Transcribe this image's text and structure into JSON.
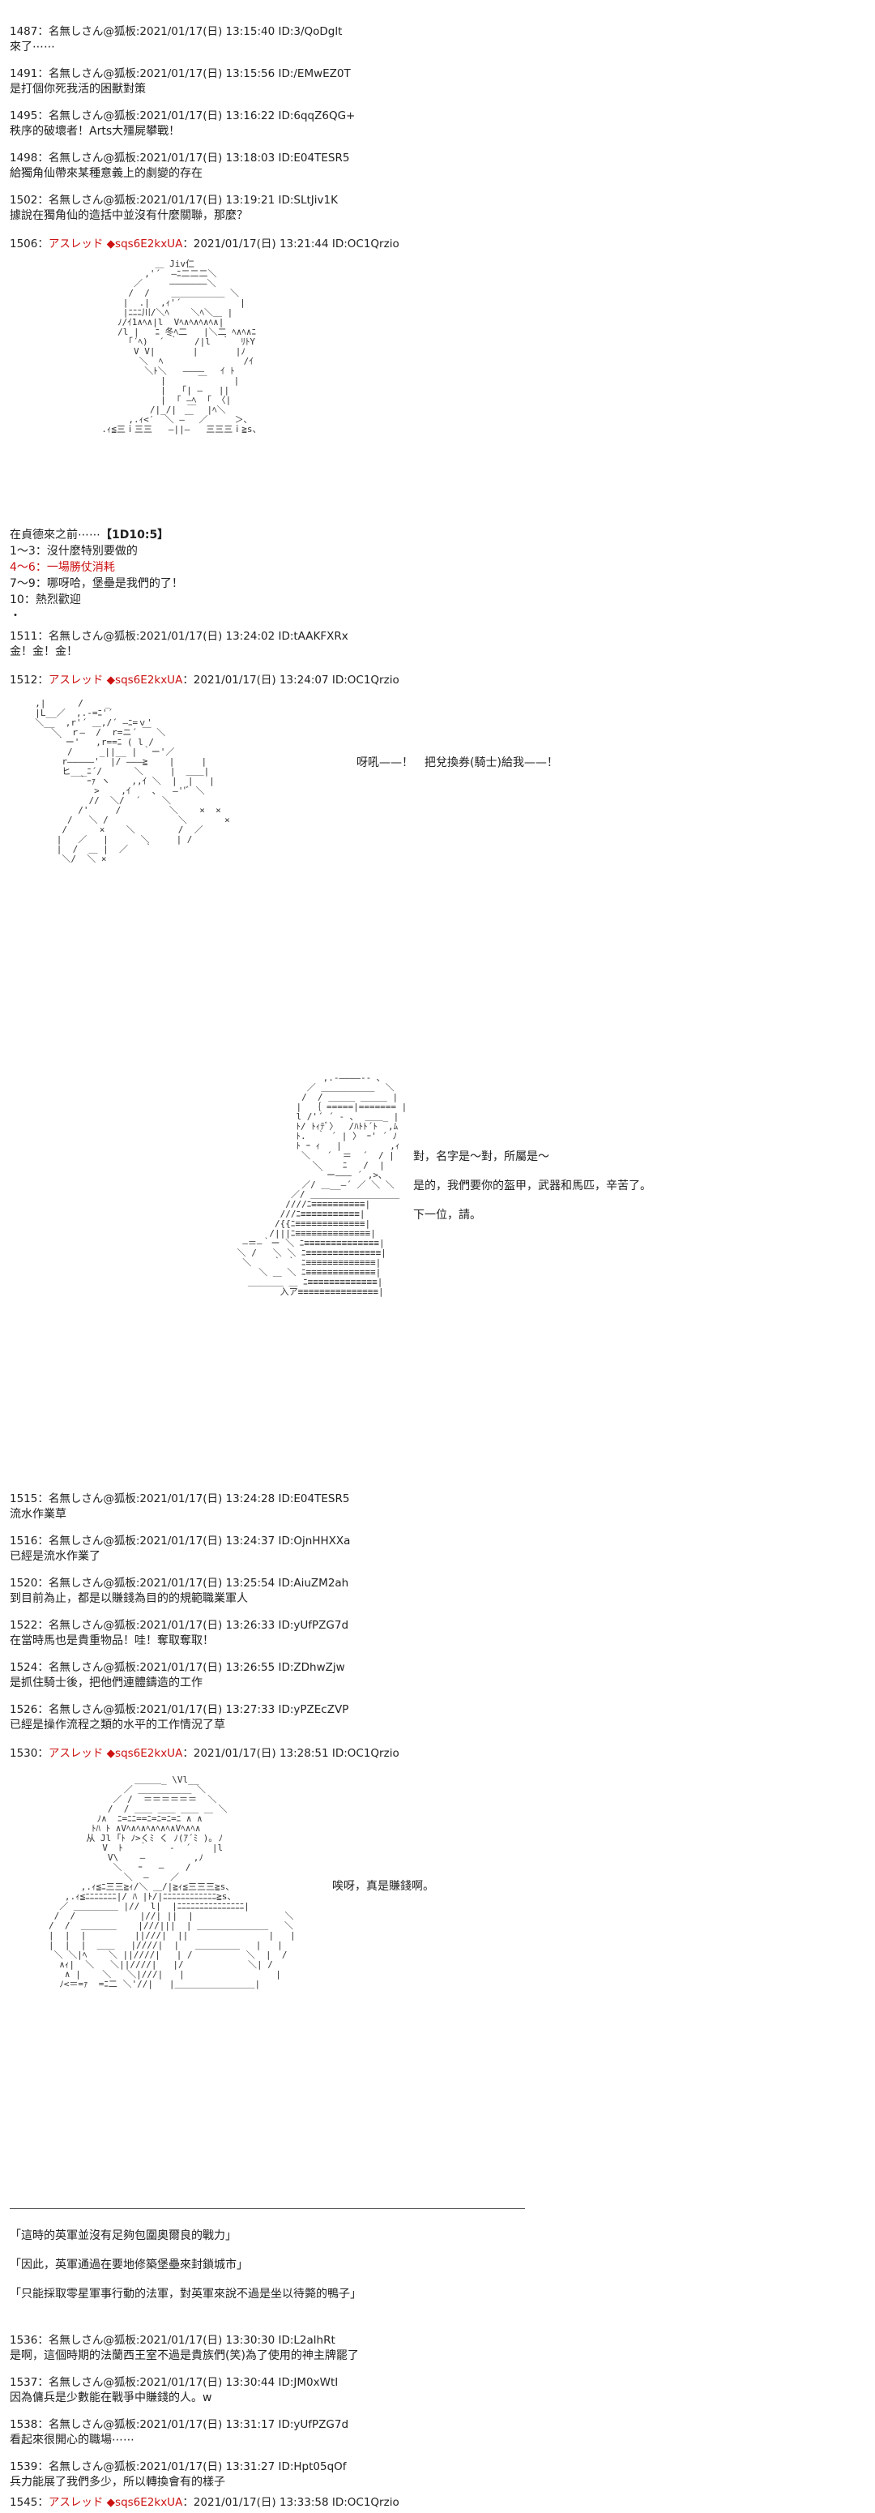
{
  "posts": {
    "p1487": {
      "hdr": "1487：名無しさん@狐板:2021/01/17(日) 13:15:40 ID:3/QoDglt",
      "line1": "來了⋯⋯"
    },
    "p1491": {
      "hdr": "1491：名無しさん@狐板:2021/01/17(日) 13:15:56 ID:/EMwEZ0T",
      "line1": "是打個你死我活的困獸對策"
    },
    "p1495": {
      "hdr": "1495：名無しさん@狐板:2021/01/17(日) 13:16:22 ID:6qqZ6QG+",
      "line1": "秩序的破壞者！Arts大殭屍攀戰！"
    },
    "p1498": {
      "hdr": "1498：名無しさん@狐板:2021/01/17(日) 13:18:03 ID:E04TESR5",
      "line1": "給獨角仙帶來某種意義上的劇變的存在"
    },
    "p1502": {
      "hdr": "1502：名無しさん@狐板:2021/01/17(日) 13:19:21 ID:SLtJiv1K",
      "line1": "據說在獨角仙的造括中並沒有什麼關聯，那麼？"
    },
    "p1506": {
      "num": "1506：",
      "name": "アスレッド ◆sqs6E2kxUA",
      "rest": "：2021/01/17(日) 13:21:44 ID:OC1Qrzio"
    },
    "p1511": {
      "hdr": "1511：名無しさん@狐板:2021/01/17(日) 13:24:02 ID:tAAKFXRx",
      "line1": "金！金！金！"
    },
    "p1512": {
      "num": "1512：",
      "name": "アスレッド ◆sqs6E2kxUA",
      "rest": "：2021/01/17(日) 13:24:07 ID:OC1Qrzio"
    },
    "p1515": {
      "hdr": "1515：名無しさん@狐板:2021/01/17(日) 13:24:28 ID:E04TESR5",
      "line1": "流水作業草"
    },
    "p1516": {
      "hdr": "1516：名無しさん@狐板:2021/01/17(日) 13:24:37 ID:OjnHHXXa",
      "line1": "已經是流水作業了"
    },
    "p1520": {
      "hdr": "1520：名無しさん@狐板:2021/01/17(日) 13:25:54 ID:AiuZM2ah",
      "line1": "到目前為止，都是以賺錢為目的的規範職業軍人"
    },
    "p1522": {
      "hdr": "1522：名無しさん@狐板:2021/01/17(日) 13:26:33 ID:yUfPZG7d",
      "line1": "在當時馬也是貴重物品！哇！奪取奪取！"
    },
    "p1524": {
      "hdr": "1524：名無しさん@狐板:2021/01/17(日) 13:26:55 ID:ZDhwZjw",
      "line1": "是抓住騎士後，把他們連體鑄造的工作"
    },
    "p1526": {
      "hdr": "1526：名無しさん@狐板:2021/01/17(日) 13:27:33 ID:yPZEcZVP",
      "line1": "已經是操作流程之類的水平的工作情況了草"
    },
    "p1530": {
      "num": "1530：",
      "name": "アスレッド ◆sqs6E2kxUA",
      "rest": "：2021/01/17(日) 13:28:51 ID:OC1Qrzio"
    },
    "p1536": {
      "hdr": "1536：名無しさん@狐板:2021/01/17(日) 13:30:30 ID:L2alhRt",
      "line1": "是啊，這個時期的法蘭西王室不過是貴族們(笑)為了使用的神主牌罷了"
    },
    "p1537": {
      "hdr": "1537：名無しさん@狐板:2021/01/17(日) 13:30:44 ID:JM0xWtI",
      "line1": "因為傭兵是少數能在戰爭中賺錢的人。w"
    },
    "p1538": {
      "hdr": "1538：名無しさん@狐板:2021/01/17(日) 13:31:17 ID:yUfPZG7d",
      "line1": "看起來很開心的職場⋯⋯"
    },
    "p1539": {
      "hdr": "1539：名無しさん@狐板:2021/01/17(日) 13:31:27 ID:Hpt05qOf",
      "line1": "兵力能展了我們多少，所以轉換會有的樣子"
    },
    "p1545": {
      "num": "1545：",
      "name": "アスレッド ◆sqs6E2kxUA",
      "rest": "：2021/01/17(日) 13:33:58 ID:OC1Qrzio"
    }
  },
  "dice": {
    "intro": "在貞德來之前⋯⋯",
    "roll": "【1D10:5】",
    "opt1": "1～3：沒什麼特別要做的",
    "opt2": "4～6：一場勝仗消耗",
    "opt3": "7～9：哪呀哈，堡壘是我們的了！",
    "opt4": "10：熱烈歡迎",
    "dot": "・"
  },
  "speech": {
    "s1": "呀吼——！　把兌換券(騎士)給我——！",
    "s2": "對，名字是～對，所屬是～",
    "s3": "是的，我們要你的盔甲，武器和馬匹，辛苦了。",
    "s4": "下一位，請。",
    "s5": "唉呀，真是賺錢啊。"
  },
  "narration": {
    "n1": "「這時的英軍並沒有足夠包圍奧爾良的戰力」",
    "n2": "「因此，英軍通過在要地修築堡壘來封鎖城市」",
    "n3": "「只能採取零星軍事行動的法軍，對英軍來說不過是坐以待斃的鴨子」"
  },
  "art": {
    "a1": "            ＿ Jiv仁\n          ,'´  ―ﾆ二二二＼\n        ／     ―――――――＼\n       /  /    ＿＿＿＿＿＿ ＼\n      |  .|  ,ｨ'´           |\n      |ﾆﾆﾆ川/＼ﾍ    ＼ﾍ＼＿ |\n     ﾉ/ｲ1∧ﾍ∧|l  Vﾍ∧ﾍ∧ﾍ∧ﾍ∧|\n     /l |   ﾆ 冬ﾍ二   |＼二 ﾍ∧ﾍ∧ﾆ\n       ｢´ﾍ)  ´ ｀   /|l  ｀  ﾘﾄY\n        V V|       |       |ﾉ\n         ＼  ﾍ               /ｲ\n          ＼ﾄ＼   ――――   ｲ ﾄ\n             |      ￣     |\n             |   ｢| ―   ||\n             |  ｢ ―ﾍ  ｢ 〈|\n           /|_/|  ￣  |ﾍ＼\n       ,.ｨ<′  ＼ ―￣ ／     ＞､\n  .ｨ≦三ｉ三三   ―||―   三三三ｉ≧s、",
    "a2": "  ,|      /    _\n  |L__／  ,.-=ﾆ'´\n  ＼__  ,r'´ ＿,/´ ―ﾆ=ｖ'\n     ＼  ｒ―  /  r=ニ´ ￣ ＼\n      ｀ー'   ,r==ﾆ ( l /\n        /     _||__ | ｀ー'／\n       r―――――'  |/ ―――≧    |     |\n       ヒ___ﾆ´/      ＼     |  ＿＿|\n          ｀ｰｧ ヽ    ,,ｲ ＼  |  |   |\n             >    ,ｲ    ､   ―''ﾞ ＼\n            //  ＼/  ´    ＼\n          /'     /         ＼    ×  ×\n        /   ＼ /             ＼       ×\n       /      ×    ＼        /  ／\n      |   ／   |      ＼     | /\n      |  /  ＿ |  ／   ｀\n       ＼/  ＼ ×",
    "a3": "                 ,.-――――‐- ､\n              ／ ＿＿＿＿＿＿  ＼\n             /  / ＿＿＿ ＿＿＿ |\n            |  ｛ =====|======= |\n            l /'´ ´ ‐ ､  ＿＿_ |\n            ﾄ/ ﾄｨﾃﾞ〉  /ﾊﾄﾄ´ﾄ  ,ﾑ\n            ﾄ.  ｀ ´ | 〉 ｰ' ´ ﾉ\n            ﾄ ｰ ｨ   |         ,ｨ\n             ＼   ´  ＝  ´  / |\n               ＼    ﾆ   /  |\n                ｀ー――― ´ ,>､\n             ／/ ＿__―´ ／ ＼ ＼\n           ／/ ＿＿＿＿＿＿＿＿＿＿\n          ////ﾆ≡≡≡≡≡≡≡≡≡≡|\n         ///ﾆ≡≡≡≡≡≡≡≡≡≡≡|\n        /{{ﾆ≡≡≡≡≡≡≡≡≡≡≡≡≡|\n       /|||ﾆ≡≡≡≡≡≡≡≡≡≡≡≡≡≡|\n  ―＝―｀ー ＼ ﾆ≡≡≡≡≡≡≡≡≡≡≡≡≡≡|\n ＼ /   ＼ ＼ ﾆ≡≡≡≡≡≡≡≡≡≡≡≡≡≡|\n  ＼    ｀ ｀ ﾆ≡≡≡≡≡≡≡≡≡≡≡≡≡|\n     ＼ ＿ ＼ ﾆ≡≡≡≡≡≡≡≡≡≡≡≡≡|\n   ＿＿＿＿ ＿ ﾆ≡≡≡≡≡≡≡≡≡≡≡≡≡|\n         入ア≡≡≡≡≡≡≡≡≡≡≡≡≡≡≡|",
    "a4": "                ＿＿＿_ \\Vl__\n              ／ ＿＿＿＿＿＿ ＼\n            ／ /  ＝＝＝＝＝＝  ＼\n           /  / ＿＿ ＿＿ ＿＿ ＿ ＼\n         ﾉ∧  ﾆ=ﾆﾆ==ﾆ=ﾆ=ﾆ=ﾆ ∧ ∧\n        ﾄﾊ ﾄ ∧Vﾍ∧ﾍ∧ﾍ∧ﾍ∧ﾍ∧Vﾍ∧ﾍ∧\n       从 Jl ｢ﾄ ﾉ>くﾐ く ﾉ(ｱ´ﾐ )｡ ﾉ\n          V  ﾄ   ｀    ‐  ´    |l\n           V\\    ―         ,ﾉ\n            ＼   ｰ   ―    /\n              ＼  ―    ／\n      ,.ｨ≦ﾆ三三≧ｨ/＼ ＿/|≧ｨ≦三三三≧s、\n   ,.ｨ≦ﾆﾆﾆﾆﾆﾆﾆ|/ ﾊ |ﾄ/|ﾆﾆﾆﾆﾆﾆﾆﾆﾆﾆﾆﾆ≧s、\n  ／ ＿＿＿＿＿ |//  l|  |ﾆﾆﾆﾆﾆﾆﾆﾆﾆﾆﾆﾆﾆﾆﾆ|\n /  /            |//| ||  |                 ＼\n/  /  ＿＿＿＿    |///|||  | ＿＿＿＿＿＿＿＿   ＼\n|  |  |         ||///|  ||               |   |\n|  |  |  ＿＿   |////|  |   ＿＿＿＿＿   |   |\n ＼ ＼|ﾍ    ＼ ||////|   | /          ＼  |  /\n  ∧ｨ|  ＼   ＼||////|   |/            ＼| /\n   ∧ |    ＼   ＼|///|   |                 |\n  ﾉ<＝=ｧ  =ﾆ二 ＼'//|   |＿＿＿＿＿＿＿＿＿|"
  }
}
